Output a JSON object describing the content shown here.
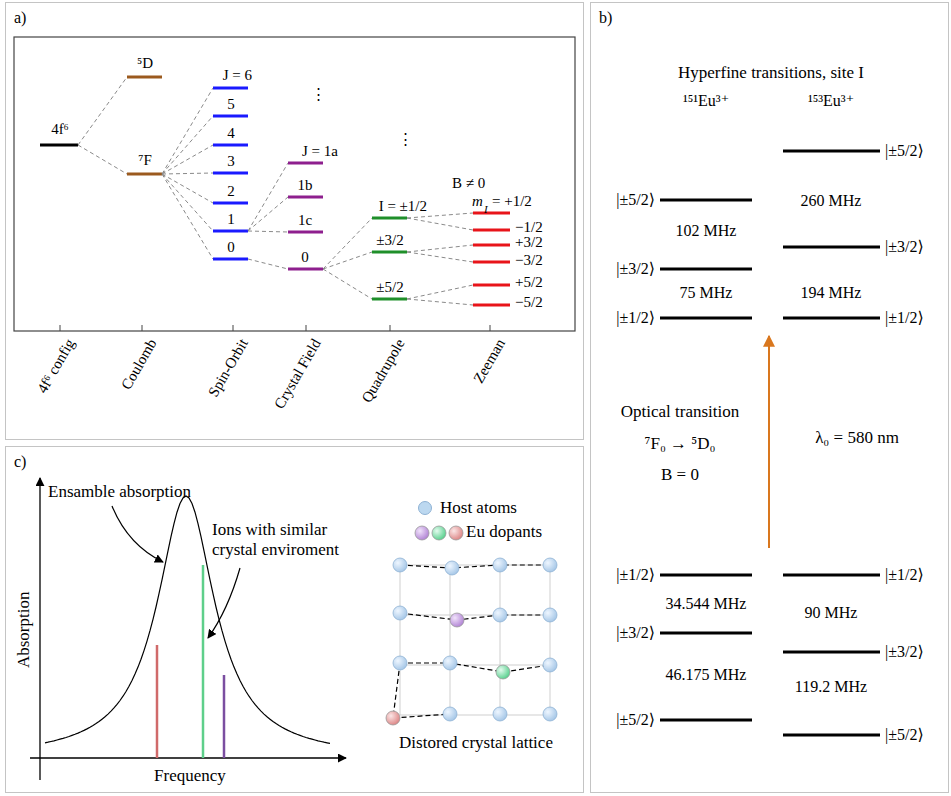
{
  "diagram": {
    "nodes": [
      {
        "text": [
          "a)"
        ]
      },
      {
        "text": [
          "b)",
          "Hyperfine transitions, site I"
        ]
      },
      {
        "text": [
          "c)"
        ]
      }
    ],
    "labels": [
      "4f⁶",
      "⁵D",
      "⁷F",
      "J = 6",
      "5",
      "4",
      "3",
      "2",
      "1",
      "0",
      "⋮",
      "J = 1a",
      "1b",
      "1c",
      "0",
      "⋮",
      "I = ±1/2",
      "±3/2",
      "±5/2",
      "B ≠ 0",
      "m",
      "I",
      "= +1/2",
      "−1/2",
      "+3/2",
      "−3/2",
      "+5/2",
      "−5/2",
      "4f⁶ config",
      "Coulomb",
      "Spin-Orbit",
      "Crystal Field",
      "Quadrupole",
      "Zeeman",
      "¹⁵¹Eu³⁺",
      "¹⁵³Eu³⁺",
      "|±5/2⟩",
      "102 MHz",
      "|±3/2⟩",
      "75 MHz",
      "|±1/2⟩",
      "|±5/2⟩",
      "260 MHz",
      "|±3/2⟩",
      "194 MHz",
      "|±1/2⟩",
      "Optical transition",
      "⁷F₀ → ⁵D₀",
      "B = 0",
      "λ₀ = 580 nm",
      "|±1/2⟩",
      "34.544 MHz",
      "|±3/2⟩",
      "46.175 MHz",
      "|±5/2⟩",
      "|±1/2⟩",
      "90 MHz",
      "|±3/2⟩",
      "119.2 MHz",
      "|±5/2⟩",
      "Ensamble absorption",
      "Ions with similar crystal enviroment",
      "Absorption",
      "Frequency",
      "Distored crystal lattice"
    ],
    "legend": [
      {
        "text": "Host atoms",
        "color": "#bcd8f0"
      },
      {
        "text": "Eu dopants"
      }
    ]
  }
}
